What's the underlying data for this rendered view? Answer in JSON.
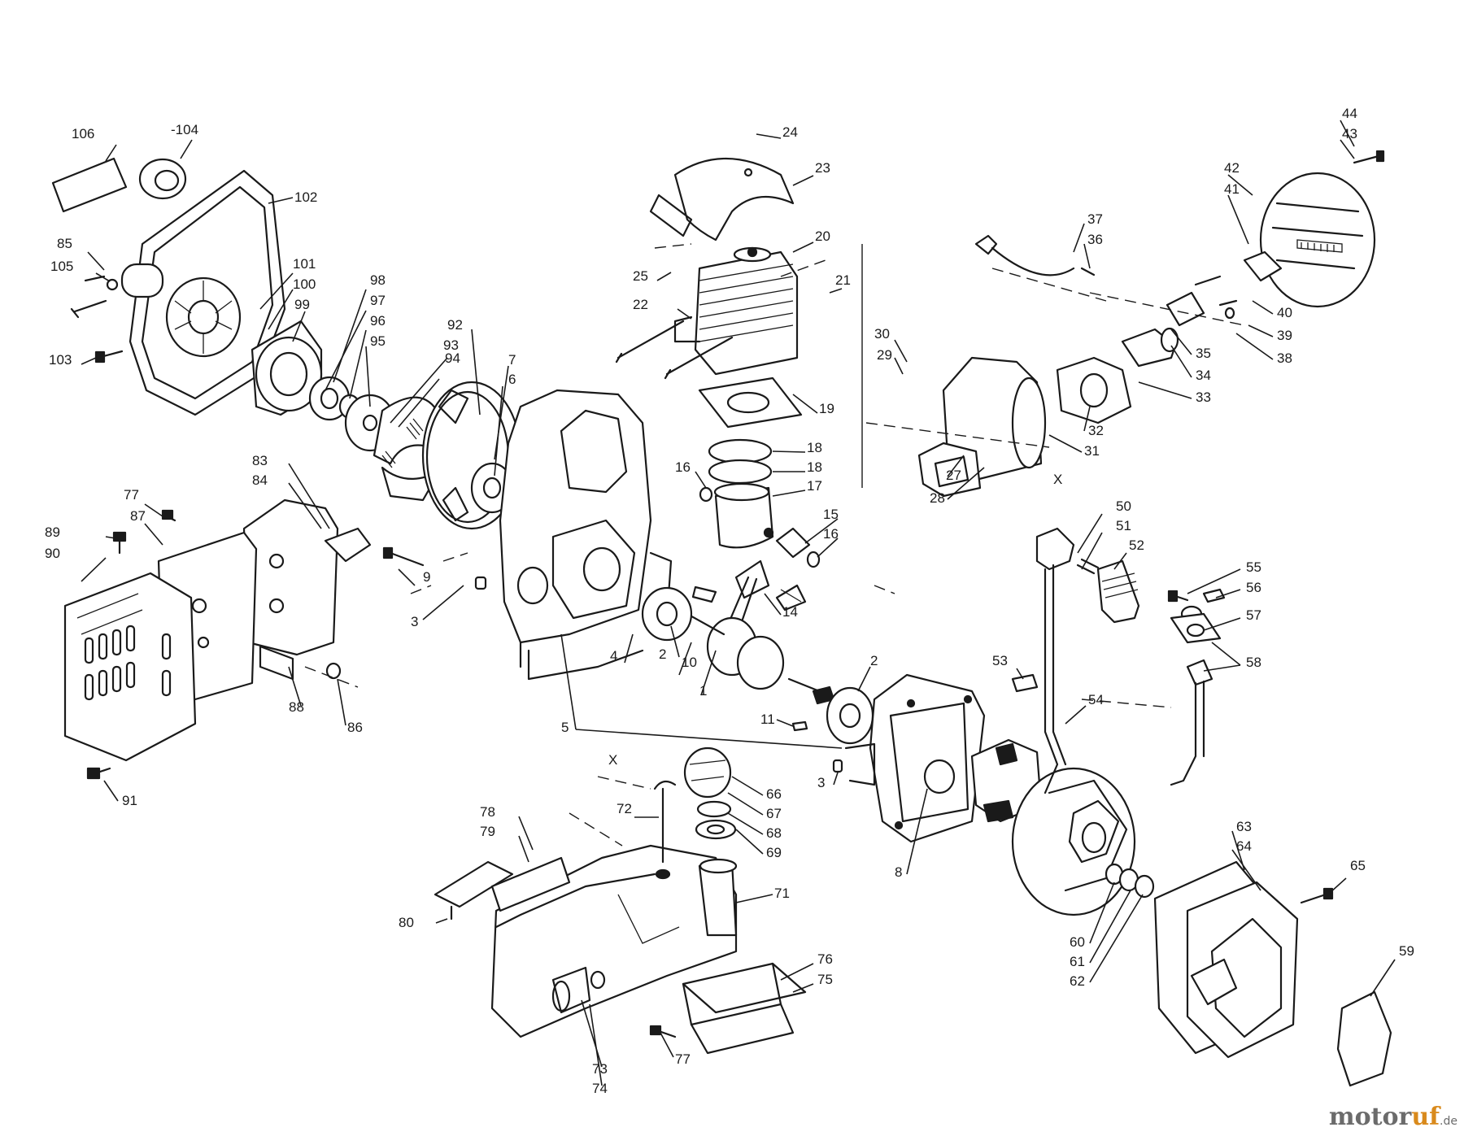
{
  "diagram": {
    "labels": [
      "106",
      "-104",
      "102",
      "85",
      "105",
      "103",
      "101",
      "100",
      "99",
      "98",
      "97",
      "96",
      "95",
      "94",
      "93",
      "92",
      "7",
      "6",
      "24",
      "23",
      "20",
      "25",
      "21",
      "22",
      "19",
      "18",
      "18",
      "17",
      "16",
      "15",
      "16",
      "14",
      "37",
      "36",
      "44",
      "43",
      "42",
      "41",
      "40",
      "39",
      "38",
      "35",
      "34",
      "33",
      "32",
      "31",
      "30",
      "29",
      "27",
      "28",
      "X",
      "83",
      "84",
      "77",
      "87",
      "89",
      "90",
      "9",
      "3",
      "4",
      "2",
      "10",
      "1",
      "2",
      "11",
      "5",
      "3",
      "8",
      "88",
      "86",
      "91",
      "50",
      "51",
      "52",
      "55",
      "56",
      "57",
      "58",
      "53",
      "54",
      "X",
      "66",
      "67",
      "68",
      "69",
      "72",
      "71",
      "78",
      "79",
      "80",
      "76",
      "75",
      "73",
      "74",
      "77",
      "60",
      "61",
      "62",
      "63",
      "64",
      "65",
      "59"
    ]
  },
  "watermark": {
    "brand_a": "motor",
    "brand_b": "uf",
    "suffix": ".de"
  }
}
